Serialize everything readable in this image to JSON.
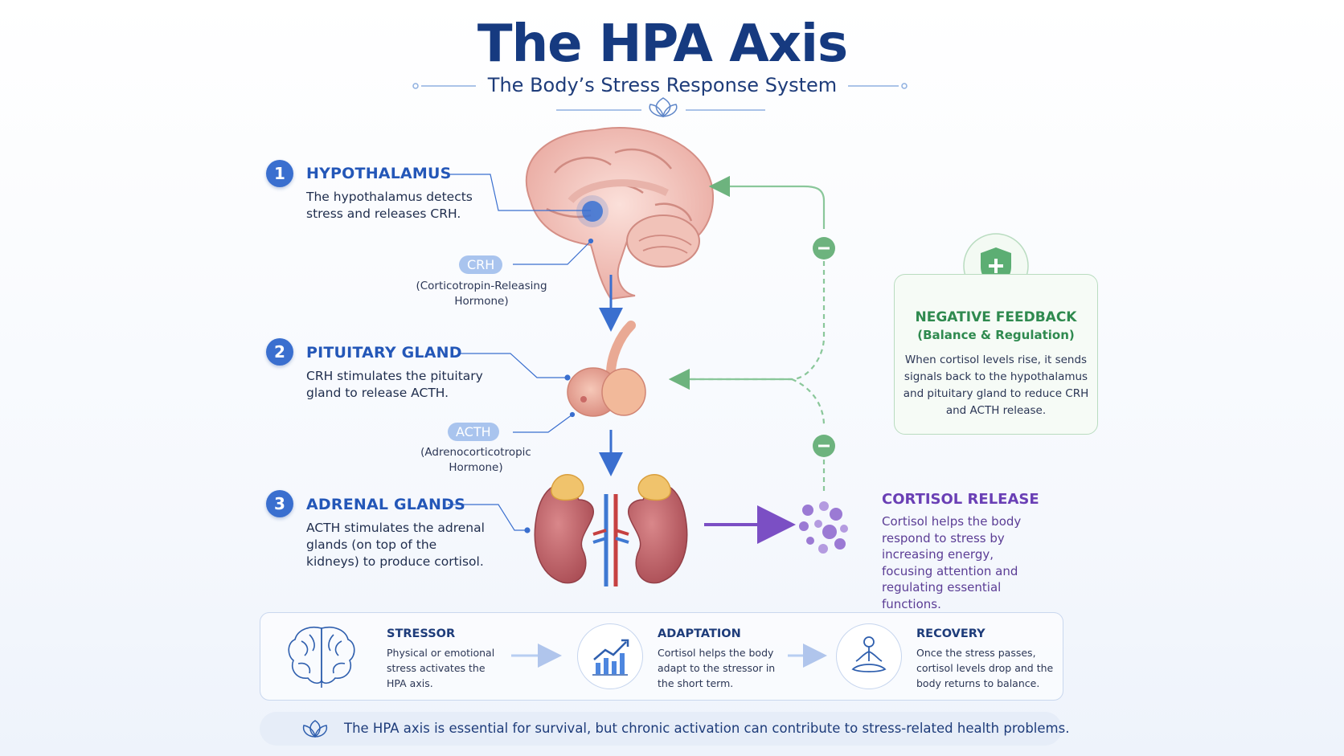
{
  "header": {
    "title": "The HPA Axis",
    "subtitle": "The Body’s Stress Response System"
  },
  "steps": [
    {
      "number": "1",
      "title": "HYPOTHALAMUS",
      "desc": "The hypothalamus detects stress and releases CRH."
    },
    {
      "number": "2",
      "title": "PITUITARY GLAND",
      "desc": "CRH stimulates the pituitary gland to release ACTH."
    },
    {
      "number": "3",
      "title": "ADRENAL GLANDS",
      "desc": "ACTH stimulates the adrenal glands (on top of the kidneys) to produce cortisol."
    }
  ],
  "hormones": {
    "crh": {
      "label": "CRH",
      "full": "(Corticotropin-Releasing Hormone)"
    },
    "acth": {
      "label": "ACTH",
      "full": "(Adrenocorticotropic Hormone)"
    }
  },
  "feedback": {
    "title": "NEGATIVE FEEDBACK",
    "subtitle": "(Balance & Regulation)",
    "desc": "When cortisol levels rise, it sends signals back to the hypothalamus and pituitary gland to reduce CRH and ACTH release.",
    "icon": "shield-icon",
    "inhibit_symbol": "–"
  },
  "cortisol": {
    "title": "CORTISOL RELEASE",
    "desc": "Cortisol helps the body respond to stress by increasing energy, focusing attention and regulating essential functions."
  },
  "stages": [
    {
      "title": "STRESSOR",
      "desc": "Physical or emotional stress activates the HPA axis.",
      "icon": "brain-outline-icon"
    },
    {
      "title": "ADAPTATION",
      "desc": "Cortisol helps the body adapt to the stressor in the short term.",
      "icon": "growth-chart-icon"
    },
    {
      "title": "RECOVERY",
      "desc": "Once the stress passes, cortisol levels drop and the body returns to balance.",
      "icon": "meditation-icon"
    }
  ],
  "footer": {
    "text": "The HPA axis is essential for survival, but chronic activation can contribute to stress-related health problems.",
    "icon": "lotus-icon"
  },
  "colors": {
    "primary": "#2457b8",
    "feedback": "#2f8a4f",
    "cortisol": "#6a3fb5",
    "hormone_pill": "#a9c4ee"
  }
}
